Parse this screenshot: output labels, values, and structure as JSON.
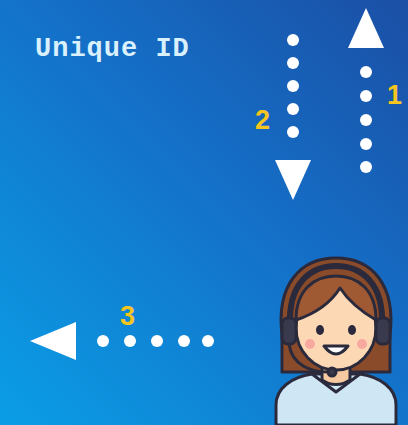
{
  "diagram": {
    "labels": [
      "Unique ID",
      "1",
      "2",
      "3"
    ]
  }
}
